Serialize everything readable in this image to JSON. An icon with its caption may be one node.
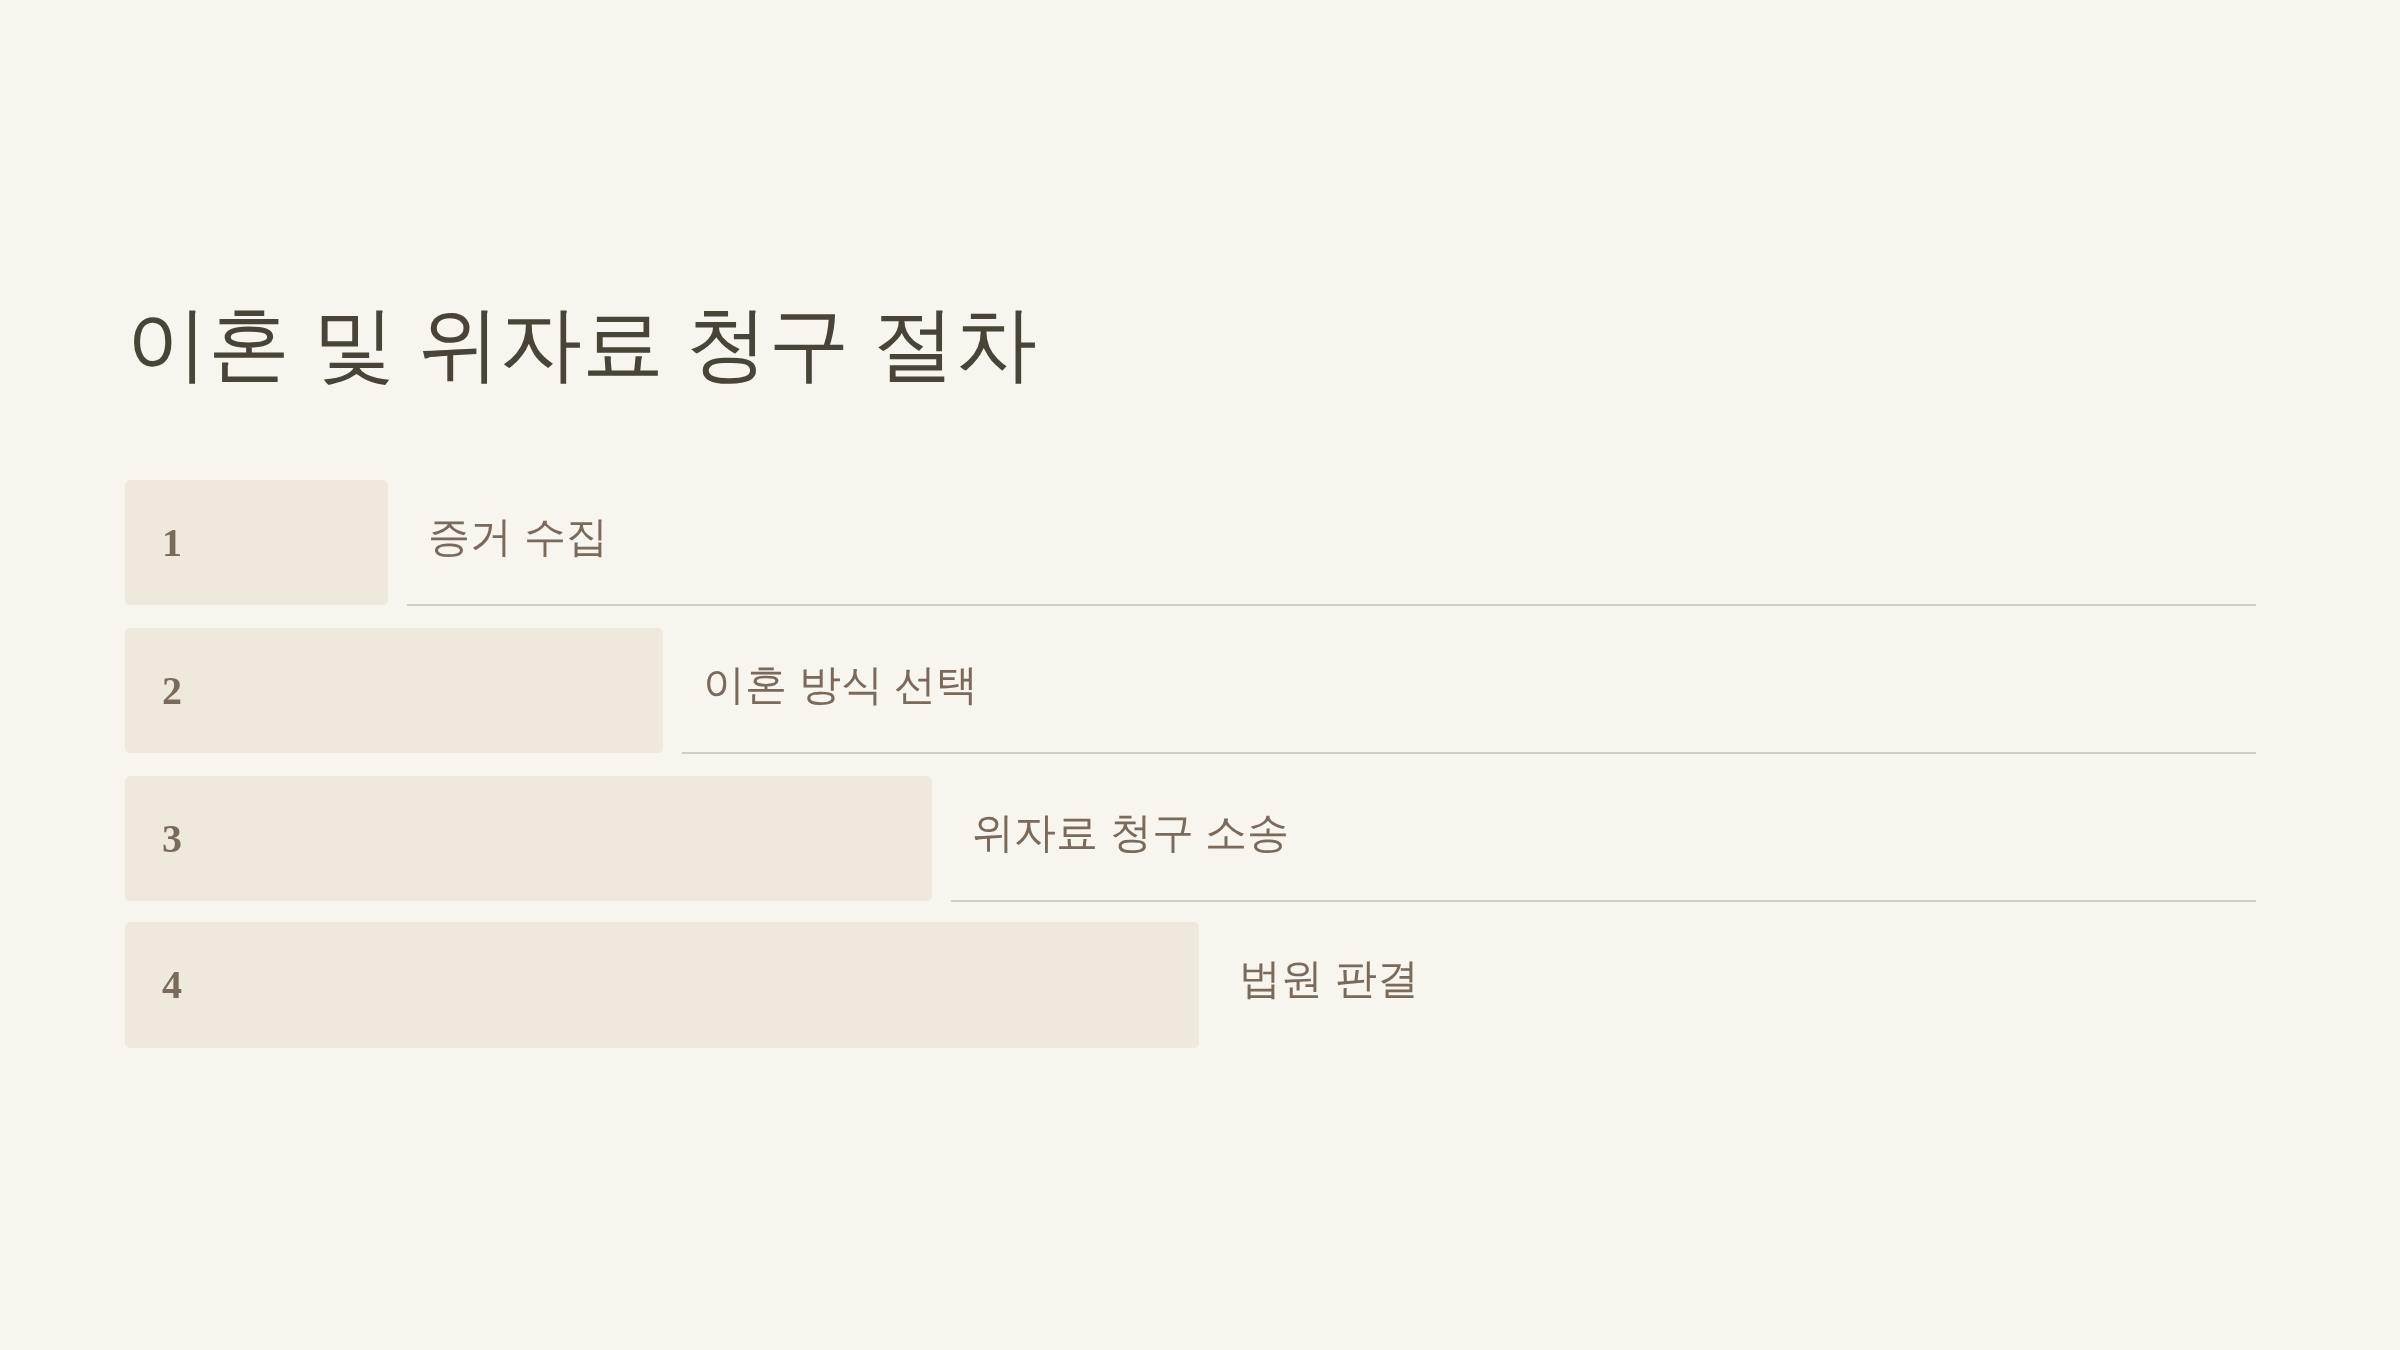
{
  "diagram": {
    "title": "이혼 및 위자료 청구 절차",
    "nodes": [
      {
        "text": [
          "1"
        ],
        "beside": [
          "증거 수집"
        ]
      },
      {
        "text": [
          "2"
        ],
        "beside": [
          "이혼 방식 선택"
        ]
      },
      {
        "text": [
          "3"
        ],
        "beside": [
          "위자료 청구 소송"
        ]
      },
      {
        "text": [
          "4"
        ],
        "beside": [
          "법원 판결"
        ]
      }
    ],
    "edges": []
  }
}
